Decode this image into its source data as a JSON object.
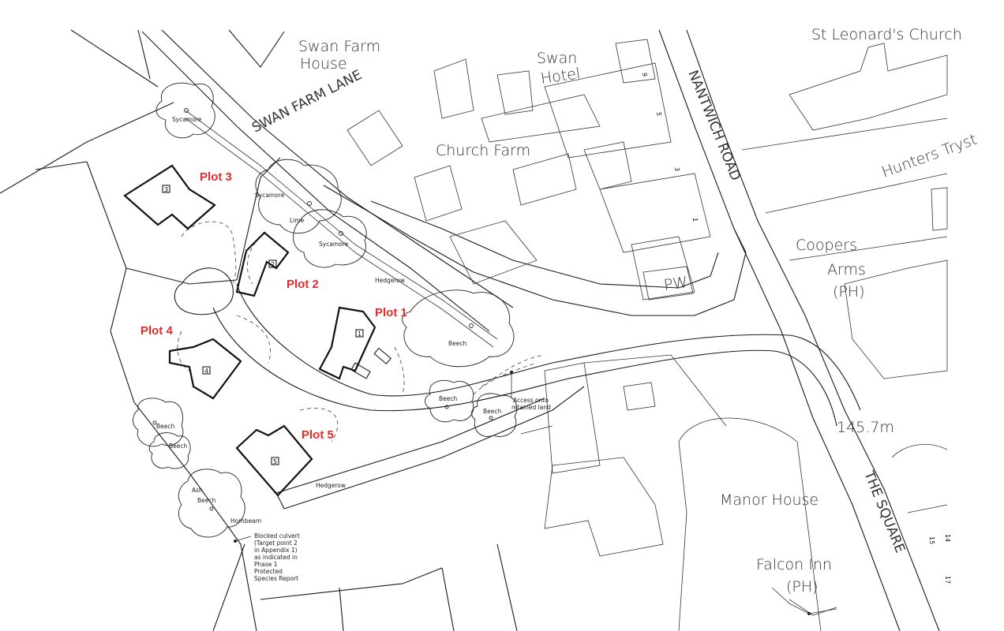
{
  "colors": {
    "plot_label": "#e32b2b",
    "linework": "#1a1a1a"
  },
  "places": {
    "swan_farm_house_1": "Swan Farm",
    "swan_farm_house_2": "House",
    "swan_hotel_1": "Swan",
    "swan_hotel_2": "Hotel",
    "st_leonards": "St Leonard's Church",
    "church_farm": "Church Farm",
    "hunters_tryst": "Hunters Tryst",
    "coopers_arms_1": "Coopers",
    "coopers_arms_2": "Arms",
    "coopers_arms_3": "(PH)",
    "manor_house": "Manor House",
    "falcon_inn_1": "Falcon Inn",
    "falcon_inn_2": "(PH)",
    "pw": "PW",
    "spot_height": "145.7m"
  },
  "roads": {
    "swan_farm_lane": "SWAN FARM LANE",
    "nantwich_road": "NANTWICH ROAD",
    "the_square": "THE SQUARE"
  },
  "plots": {
    "plot1": "Plot 1",
    "plot2": "Plot 2",
    "plot3": "Plot 3",
    "plot4": "Plot 4",
    "plot5": "Plot 5"
  },
  "plot_numbers": {
    "p1": "1",
    "p2": "2",
    "p3": "3",
    "p4": "4",
    "p5": "5"
  },
  "trees": {
    "sycamore_a": "Sycamore",
    "sycamore_b": "Sycamore",
    "sycamore_c": "Sycamore",
    "lime": "Lime",
    "beech_a": "Beech",
    "beech_b": "Beech",
    "beech_c": "Beech",
    "beech_d": "Beech",
    "beech_e": "Beech",
    "beech_f": "Beech",
    "ash": "Ash",
    "hornbeam": "Hornbeam",
    "hedgerow_a": "Hedgerow",
    "hedgerow_b": "Hedgerow"
  },
  "notes": {
    "access_1": "Access onto",
    "access_2": "retained land",
    "culvert": [
      "Blocked culvert",
      "(Target point 2",
      "in Appendix 1)",
      "as indicated in",
      "Phase 1",
      "Protected",
      "Species Report"
    ]
  },
  "house_numbers": {
    "n9": "9",
    "n5": "5",
    "n3": "3",
    "n1": "1",
    "n14": "14",
    "n15": "15",
    "n17": "17"
  }
}
